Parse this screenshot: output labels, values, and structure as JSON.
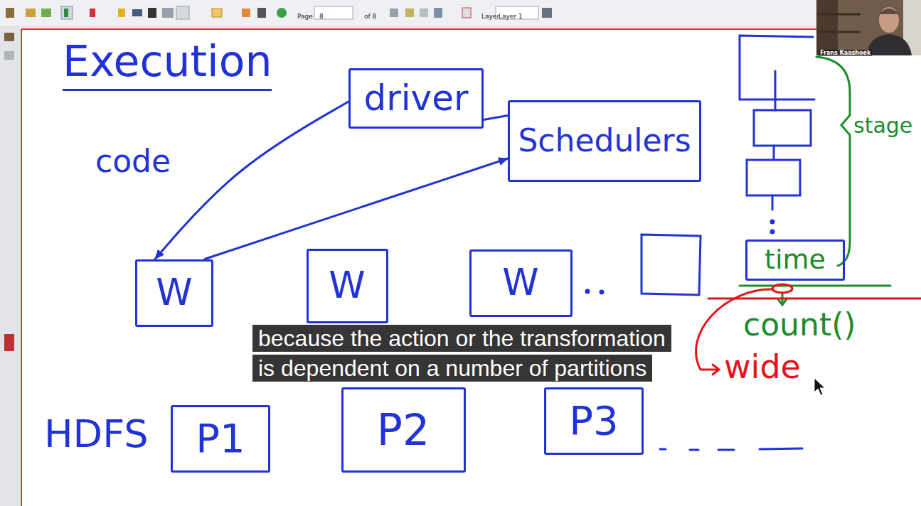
{
  "diagram": {
    "title": "Execution",
    "nodes": [
      {
        "text": [
          "driver"
        ]
      },
      {
        "text": [
          "Schedulers"
        ]
      },
      {
        "text": [
          "W"
        ]
      },
      {
        "text": [
          "W"
        ]
      },
      {
        "text": [
          "W"
        ]
      },
      {
        "text": [
          "time"
        ]
      },
      {
        "text": [
          "P1"
        ]
      },
      {
        "text": [
          "P2"
        ]
      },
      {
        "text": [
          "P3"
        ]
      }
    ],
    "edges": [
      {
        "from": 0,
        "to": 2,
        "label": "code",
        "arrow": "to"
      },
      {
        "from": 0,
        "to": 1,
        "arrow": "none"
      },
      {
        "from": 2,
        "to": 1,
        "arrow": "to"
      }
    ],
    "labels": [
      "Page",
      "8",
      "of 8",
      "Layer",
      "Layer 1",
      "Frans Kaashoek",
      "stage",
      "count()",
      "wide",
      "HDFS",
      "because the action or the transformation is dependent on a number of partitions"
    ]
  }
}
